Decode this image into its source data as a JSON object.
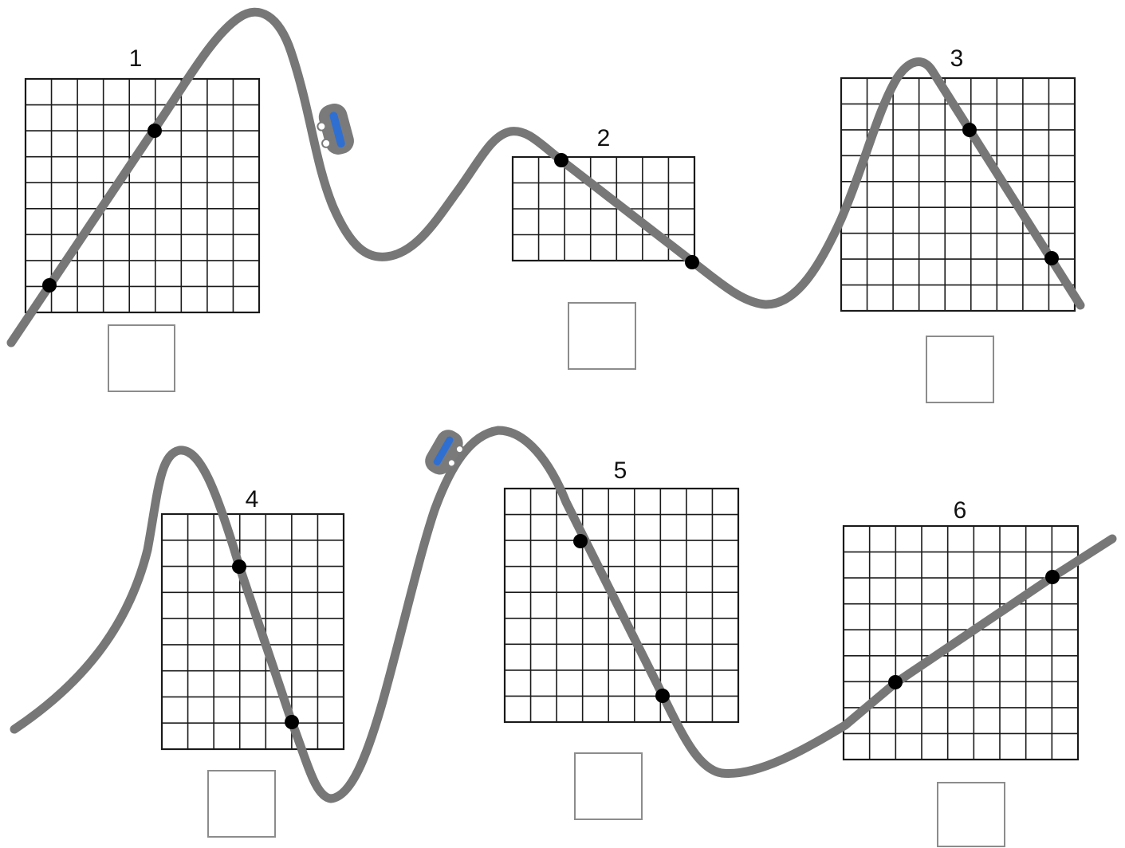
{
  "grids": [
    {
      "label": "1",
      "cols": 9,
      "rows": 9,
      "answer": ""
    },
    {
      "label": "2",
      "cols": 7,
      "rows": 4,
      "answer": ""
    },
    {
      "label": "3",
      "cols": 9,
      "rows": 9,
      "answer": ""
    },
    {
      "label": "4",
      "cols": 7,
      "rows": 9,
      "answer": ""
    },
    {
      "label": "5",
      "cols": 9,
      "rows": 9,
      "answer": ""
    },
    {
      "label": "6",
      "cols": 9,
      "rows": 9,
      "answer": ""
    }
  ],
  "colors": {
    "track": "#777777",
    "grid": "#1a1a1a",
    "dot": "#000000",
    "car_body": "#7a7a7a",
    "car_window": "#2f6fd1",
    "answer_box_border": "#8c8c8c"
  },
  "icons": [
    "roller-coaster-car-icon"
  ]
}
